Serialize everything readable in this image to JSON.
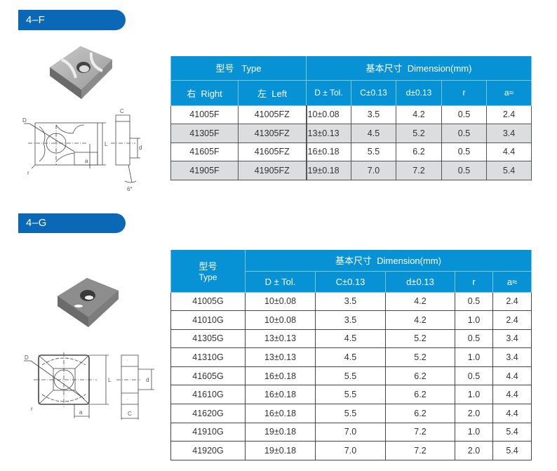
{
  "sections": [
    {
      "id": "4-F",
      "title": "4–F",
      "table": {
        "header_group_type": "型号   Type",
        "header_group_dimension": "基本尺寸  Dimension(mm)",
        "columns": [
          "右  Right",
          "左  Left",
          "D ± Tol.",
          "C±0.13",
          "d±0.13",
          "r",
          "a≈"
        ],
        "rows": [
          [
            "41005F",
            "41005FZ",
            "10±0.08",
            "3.5",
            "4.2",
            "0.5",
            "2.4"
          ],
          [
            "41305F",
            "41305FZ",
            "13±0.13",
            "4.5",
            "5.2",
            "0.5",
            "3.4"
          ],
          [
            "41605F",
            "41605FZ",
            "16±0.18",
            "5.5",
            "6.2",
            "0.5",
            "4.4"
          ],
          [
            "41905F",
            "41905FZ",
            "19±0.18",
            "7.0",
            "7.2",
            "0.5",
            "5.4"
          ]
        ]
      },
      "drawing_labels": {
        "D": "D",
        "r": "r",
        "a": "a",
        "L": "L",
        "C": "C",
        "d": "d",
        "angle": "6°"
      }
    },
    {
      "id": "4-G",
      "title": "4–G",
      "table": {
        "header_type_cn": "型号",
        "header_type_en": "Type",
        "header_group_dimension": "基本尺寸  Dimension(mm)",
        "columns": [
          "D ± Tol.",
          "C±0.13",
          "d±0.13",
          "r",
          "a≈"
        ],
        "rows": [
          [
            "41005G",
            "10±0.08",
            "3.5",
            "4.2",
            "0.5",
            "2.4"
          ],
          [
            "41010G",
            "10±0.08",
            "3.5",
            "4.2",
            "1.0",
            "2.4"
          ],
          [
            "41305G",
            "13±0.13",
            "4.5",
            "5.2",
            "0.5",
            "3.4"
          ],
          [
            "41310G",
            "13±0.13",
            "4.5",
            "5.2",
            "1.0",
            "3.4"
          ],
          [
            "41605G",
            "16±0.18",
            "5.5",
            "6.2",
            "0.5",
            "4.4"
          ],
          [
            "41610G",
            "16±0.18",
            "5.5",
            "6.2",
            "1.0",
            "4.4"
          ],
          [
            "41620G",
            "16±0.18",
            "5.5",
            "6.2",
            "2.0",
            "4.4"
          ],
          [
            "41910G",
            "19±0.18",
            "7.0",
            "7.2",
            "1.0",
            "5.4"
          ],
          [
            "41920G",
            "19±0.18",
            "7.0",
            "7.2",
            "2.0",
            "5.4"
          ]
        ]
      },
      "drawing_labels": {
        "D": "D",
        "r": "r",
        "a": "a",
        "L": "L",
        "C": "C",
        "d": "d"
      }
    }
  ],
  "colors": {
    "tab_blue": "#0a68b6",
    "header_blue": "#0892d6",
    "alt_row_gray": "#dcdddf"
  }
}
